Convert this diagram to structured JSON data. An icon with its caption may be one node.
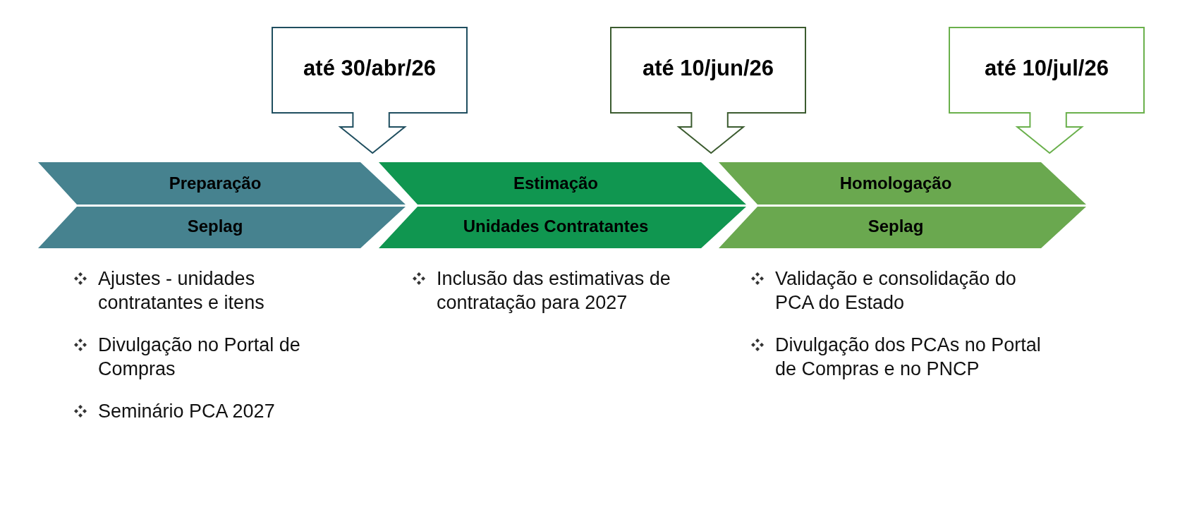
{
  "diagram": {
    "nodes": [
      {
        "text": [
          "até 30/abr/26"
        ]
      },
      {
        "text": [
          "até 10/jun/26"
        ]
      },
      {
        "text": [
          "até 10/jul/26"
        ]
      },
      {
        "text": [
          "Preparação",
          "Seplag"
        ],
        "beside": [
          "Ajustes - unidades contratantes e itens",
          "Divulgação no Portal de Compras",
          "Seminário PCA 2027"
        ]
      },
      {
        "text": [
          "Estimação",
          "Unidades Contratantes"
        ],
        "beside": [
          "Inclusão das estimativas de contratação para 2027"
        ]
      },
      {
        "text": [
          "Homologação",
          "Seplag"
        ],
        "beside": [
          "Validação e consolidação do PCA do Estado",
          "Divulgação dos PCAs no Portal de Compras e no PNCP"
        ]
      }
    ]
  }
}
